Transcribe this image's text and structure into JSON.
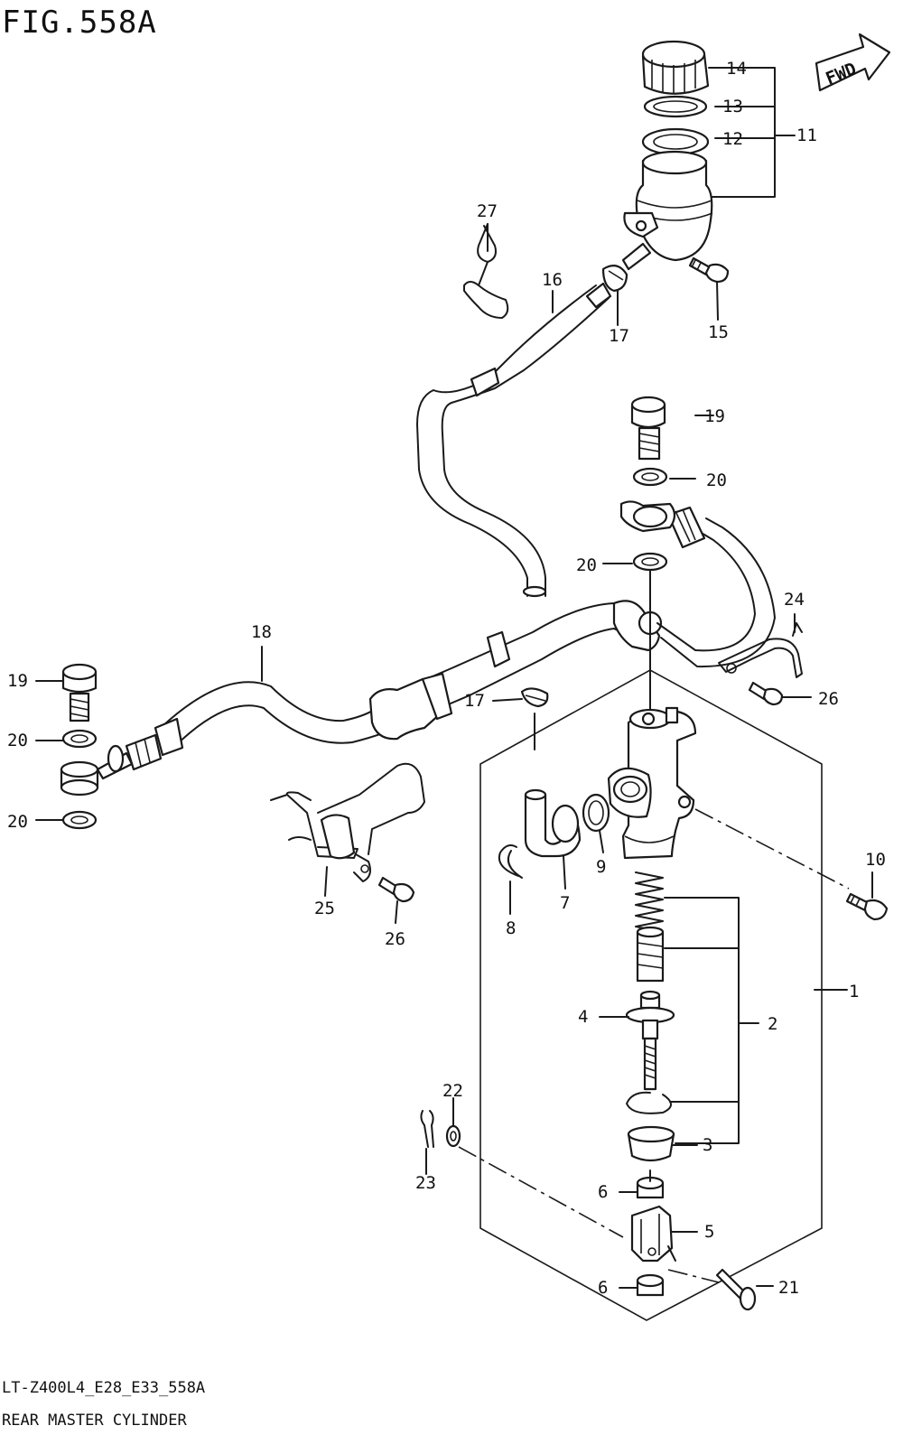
{
  "figure_title": "FIG.558A",
  "fwd_label": "FWD",
  "footer": {
    "code": "LT-Z400L4_E28_E33_558A",
    "caption": "REAR MASTER CYLINDER"
  },
  "callouts": {
    "c1": "1",
    "c2": "2",
    "c3": "3",
    "c4": "4",
    "c5": "5",
    "c6a": "6",
    "c6b": "6",
    "c7": "7",
    "c8": "8",
    "c9": "9",
    "c10": "10",
    "c11": "11",
    "c12": "12",
    "c13": "13",
    "c14": "14",
    "c15": "15",
    "c16": "16",
    "c17a": "17",
    "c17b": "17",
    "c18": "18",
    "c19a": "19",
    "c19b": "19",
    "c20a": "20",
    "c20b": "20",
    "c20c": "20",
    "c20d": "20",
    "c21": "21",
    "c22": "22",
    "c23": "23",
    "c24": "24",
    "c25": "25",
    "c26a": "26",
    "c26b": "26",
    "c27": "27"
  }
}
